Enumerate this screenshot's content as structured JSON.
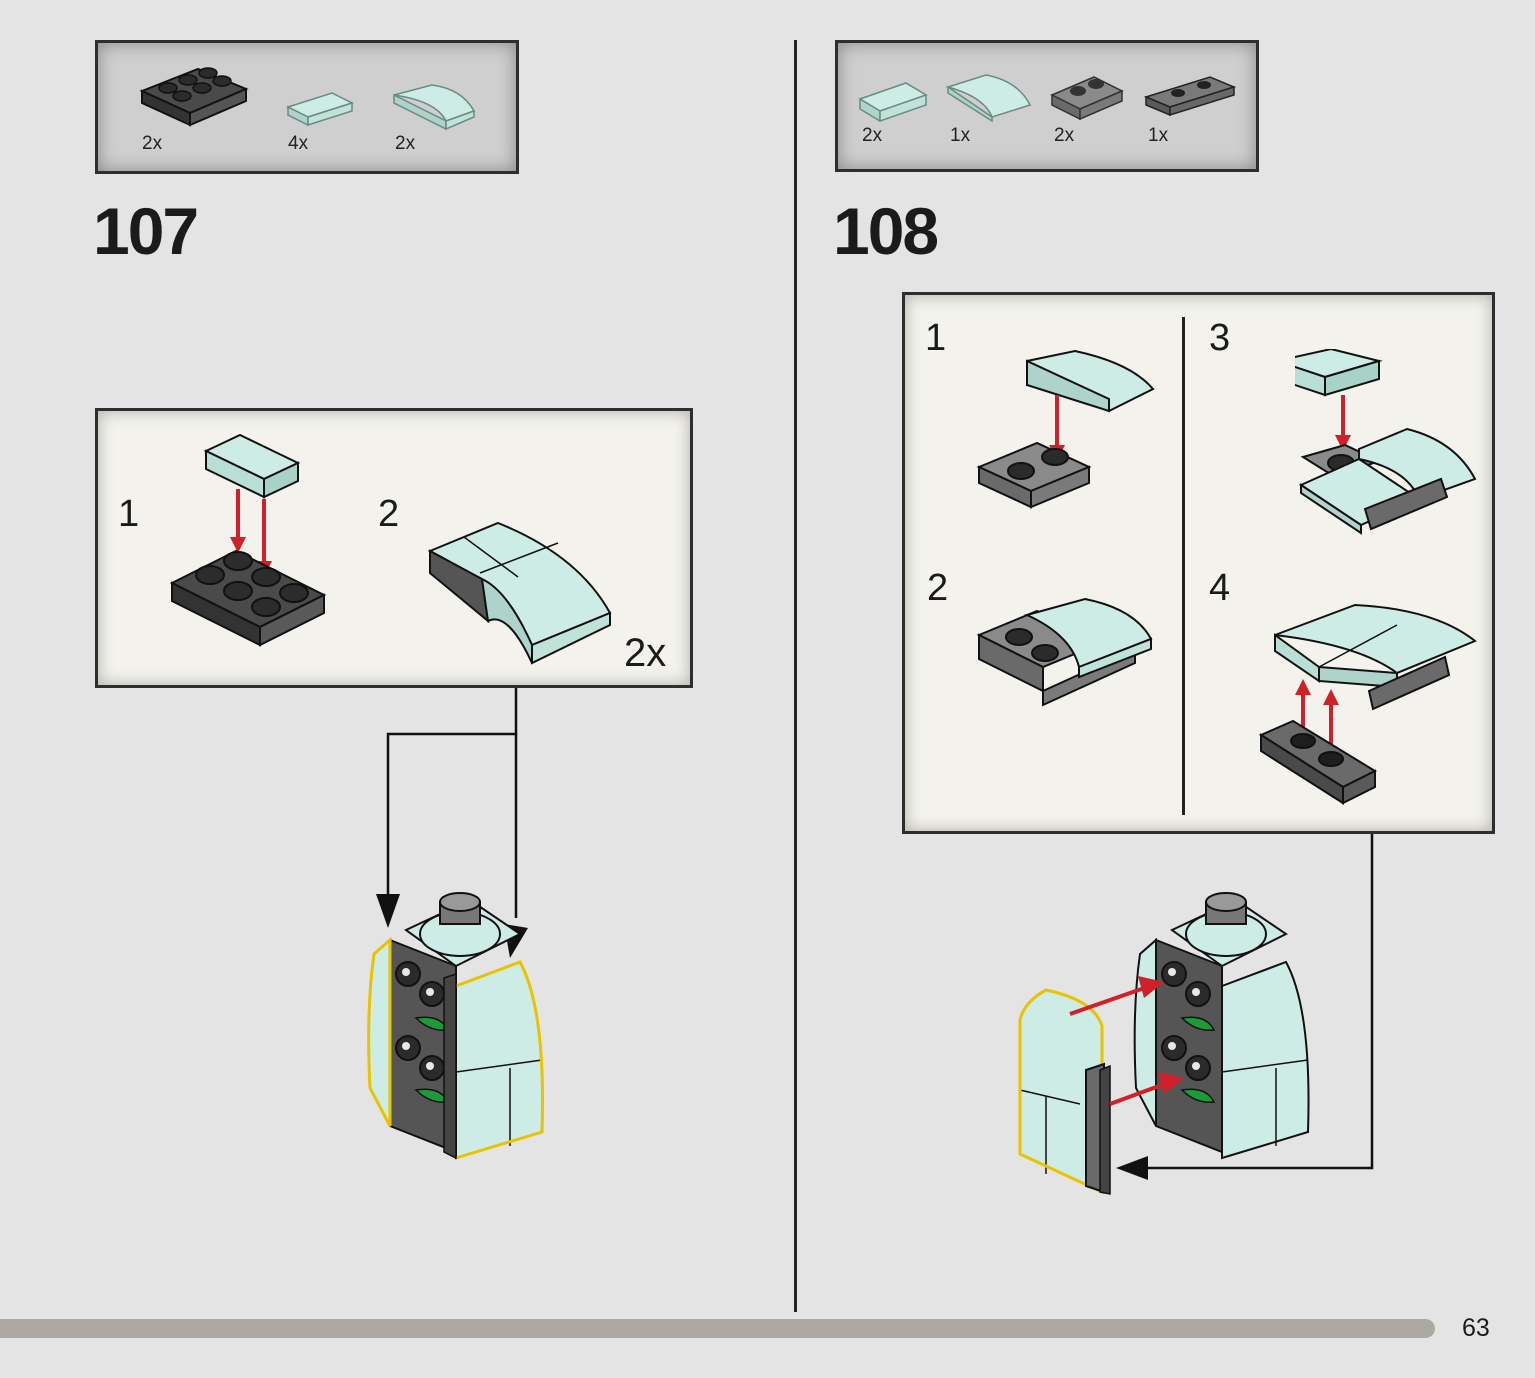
{
  "page_number": "63",
  "steps": [
    {
      "number": "107",
      "parts": [
        {
          "qty": "2x",
          "icon": "dark-plate-2x3-icon"
        },
        {
          "qty": "4x",
          "icon": "tile-1x2-icon"
        },
        {
          "qty": "2x",
          "icon": "curved-slope-icon"
        }
      ],
      "substeps": [
        "1",
        "2"
      ],
      "multiplier": "2x"
    },
    {
      "number": "108",
      "parts": [
        {
          "qty": "2x",
          "icon": "tile-1x2-icon"
        },
        {
          "qty": "1x",
          "icon": "curved-slope-2x2-icon"
        },
        {
          "qty": "2x",
          "icon": "rail-plate-icon"
        },
        {
          "qty": "1x",
          "icon": "jumper-plate-1x3-icon"
        }
      ],
      "substeps": [
        "1",
        "2",
        "3",
        "4"
      ]
    }
  ],
  "colors": {
    "background": "#e4e4e4",
    "brick_light": "#cdece5",
    "brick_dark": "#4a4a4a",
    "arrow_red": "#d0202a",
    "highlight": "#e8c300",
    "page_bar": "#aca8a3"
  }
}
